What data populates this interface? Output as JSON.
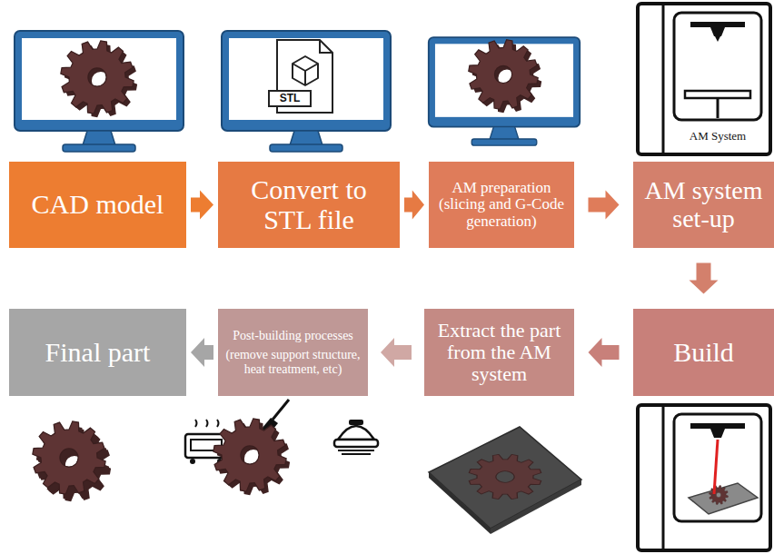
{
  "diagram": {
    "nodes": [
      {
        "text": [
          "CAD model"
        ]
      },
      {
        "text": [
          "Convert to STL file"
        ]
      },
      {
        "text": [
          "AM preparation (slicing and G-Code generation)"
        ]
      },
      {
        "text": [
          "AM system set-up"
        ]
      },
      {
        "text": [
          "Build"
        ]
      },
      {
        "text": [
          "Extract the part from the AM system"
        ]
      },
      {
        "text": [
          "Post-building processes",
          "(remove support structure, heat treatment, etc)"
        ]
      },
      {
        "text": [
          "Final part"
        ]
      }
    ],
    "edges": [
      {
        "from": 0,
        "to": 1,
        "arrow": "to"
      },
      {
        "from": 1,
        "to": 2,
        "arrow": "to"
      },
      {
        "from": 2,
        "to": 3,
        "arrow": "to"
      },
      {
        "from": 3,
        "to": 4,
        "arrow": "to"
      },
      {
        "from": 4,
        "to": 5,
        "arrow": "to"
      },
      {
        "from": 5,
        "to": 6,
        "arrow": "to"
      },
      {
        "from": 6,
        "to": 7,
        "arrow": "to"
      }
    ],
    "labels": [
      "STL",
      "AM System"
    ]
  }
}
